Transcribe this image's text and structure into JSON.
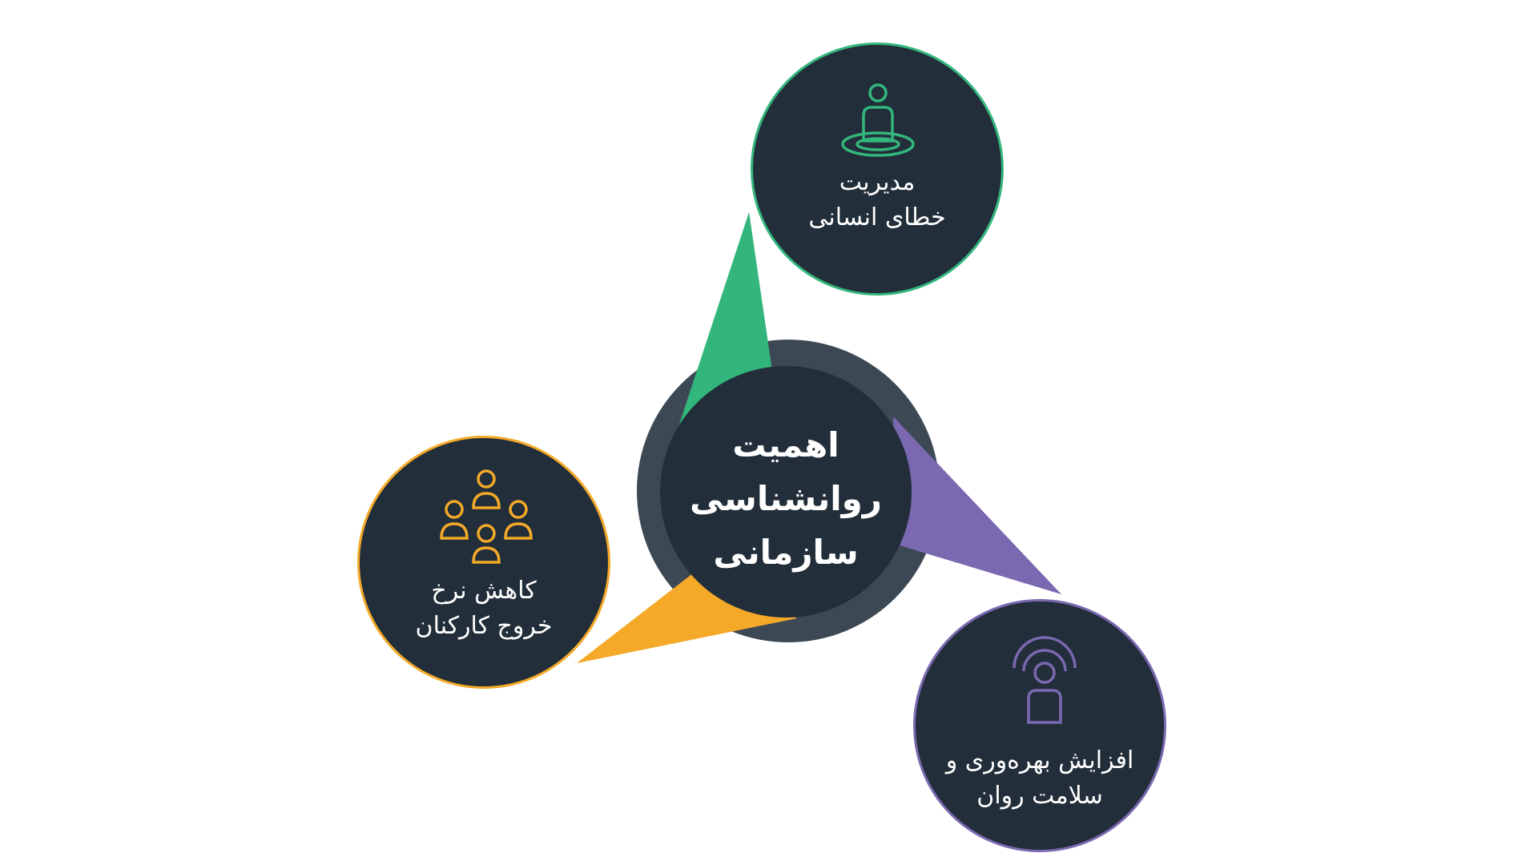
{
  "center": {
    "title_line1": "اهمیت",
    "title_line2": "روانشناسی",
    "title_line3": "سازمانی"
  },
  "nodes": {
    "top": {
      "line1": "مدیریت",
      "line2": "خطای انسانی",
      "color": "#33b67c",
      "icon": "person-on-target-icon"
    },
    "left": {
      "line1": "کاهش نرخ",
      "line2": "خروج کارکنان",
      "color": "#f4a928",
      "icon": "people-group-icon"
    },
    "right": {
      "line1": "افزایش بهره‌وری و",
      "line2": "سلامت روان",
      "color": "#7a68b0",
      "icon": "person-broadcast-icon"
    }
  },
  "colors": {
    "dark_fill": "#222e3a",
    "ring": "#3c4854"
  }
}
